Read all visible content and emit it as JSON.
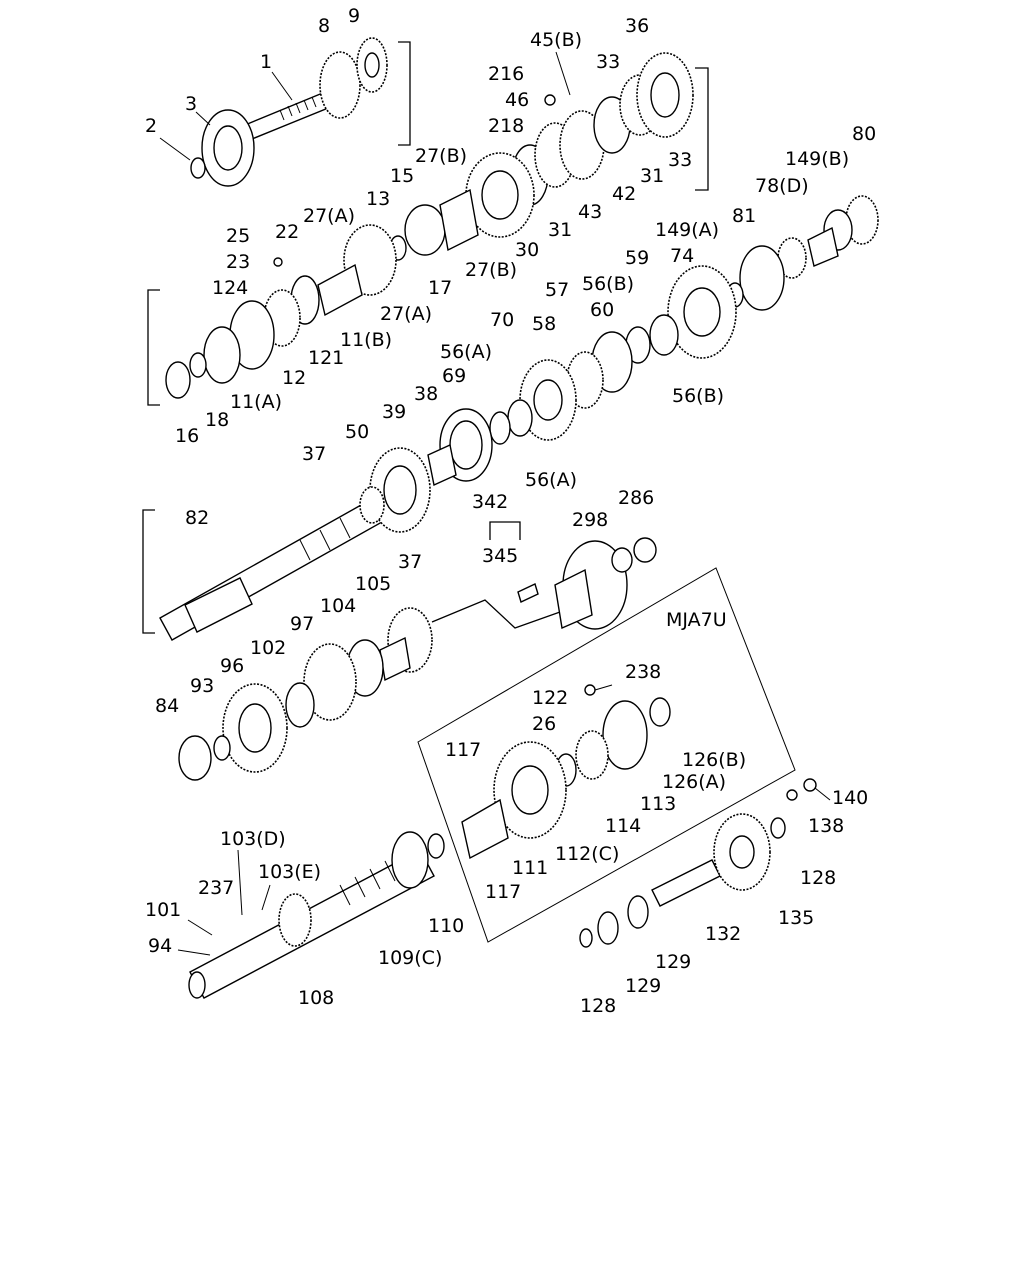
{
  "diagram": {
    "code": "MJA7U",
    "callouts": [
      "1",
      "2",
      "3",
      "8",
      "9",
      "45(B)",
      "216",
      "46",
      "218",
      "36",
      "33",
      "33",
      "31",
      "42",
      "43",
      "31",
      "30",
      "149(B)",
      "80",
      "78(D)",
      "81",
      "149(A)",
      "74",
      "59",
      "56(B)",
      "56(B)",
      "60",
      "57",
      "58",
      "70",
      "56(A)",
      "69",
      "56(A)",
      "38",
      "39",
      "50",
      "37",
      "37",
      "27(B)",
      "27(B)",
      "15",
      "17",
      "13",
      "27(A)",
      "27(A)",
      "22",
      "25",
      "23",
      "124",
      "11(B)",
      "121",
      "12",
      "11(A)",
      "18",
      "16",
      "82",
      "342",
      "298",
      "286",
      "345",
      "105",
      "104",
      "97",
      "102",
      "96",
      "93",
      "84",
      "238",
      "122",
      "26",
      "126(B)",
      "126(A)",
      "113",
      "114",
      "112(C)",
      "111",
      "117",
      "117",
      "140",
      "138",
      "128",
      "135",
      "132",
      "129",
      "129",
      "128",
      "103(D)",
      "237",
      "103(E)",
      "101",
      "94",
      "108",
      "109(C)",
      "110"
    ]
  }
}
